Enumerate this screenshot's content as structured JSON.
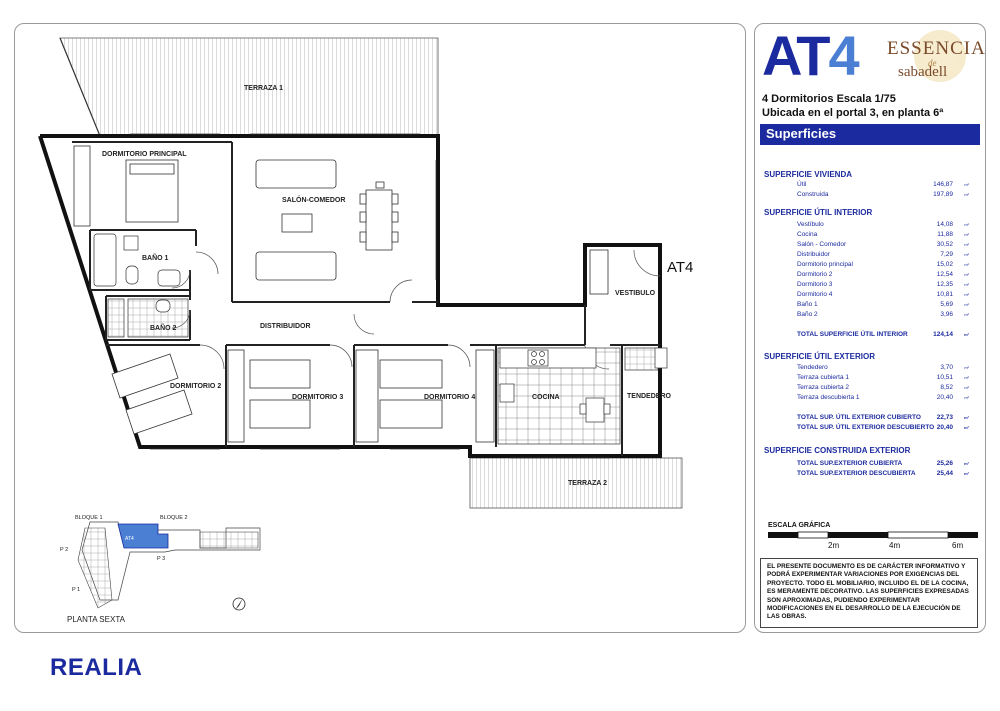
{
  "header": {
    "code_prefix": "AT",
    "code_number": "4",
    "brand_name": "ESSENCIA",
    "brand_de": "de",
    "brand_place": "sabadell",
    "line1": "4 Dormitorios  Escala 1/75",
    "line2": "Ubicada en el portal 3, en planta 6ª",
    "section_title": "Superficies"
  },
  "superficie_vivienda": {
    "title": "SUPERFICIE VIVIENDA",
    "rows": [
      {
        "label": "Útil",
        "value": "146,87",
        "unit": "m²"
      },
      {
        "label": "Construida",
        "value": "197,89",
        "unit": "m²"
      }
    ]
  },
  "superficie_util_interior": {
    "title": "SUPERFICIE ÚTIL INTERIOR",
    "rows": [
      {
        "label": "Vestíbulo",
        "value": "14,08",
        "unit": "m²"
      },
      {
        "label": "Cocina",
        "value": "11,88",
        "unit": "m²"
      },
      {
        "label": "Salón - Comedor",
        "value": "30,52",
        "unit": "m²"
      },
      {
        "label": "Distribuidor",
        "value": "7,29",
        "unit": "m²"
      },
      {
        "label": "Dormitorio principal",
        "value": "15,02",
        "unit": "m²"
      },
      {
        "label": "Dormitorio 2",
        "value": "12,54",
        "unit": "m²"
      },
      {
        "label": "Dormitorio 3",
        "value": "12,35",
        "unit": "m²"
      },
      {
        "label": "Dormitorio 4",
        "value": "10,81",
        "unit": "m²"
      },
      {
        "label": "Baño 1",
        "value": "5,69",
        "unit": "m²"
      },
      {
        "label": "Baño 2",
        "value": "3,96",
        "unit": "m²"
      }
    ],
    "total": {
      "label": "TOTAL SUPERFICIE ÚTIL INTERIOR",
      "value": "124,14",
      "unit": "m²"
    }
  },
  "superficie_util_exterior": {
    "title": "SUPERFICIE ÚTIL EXTERIOR",
    "rows": [
      {
        "label": "Tendedero",
        "value": "3,70",
        "unit": "m²"
      },
      {
        "label": "Terraza cubierta 1",
        "value": "10,51",
        "unit": "m²"
      },
      {
        "label": "Terraza cubierta 2",
        "value": "8,52",
        "unit": "m²"
      },
      {
        "label": "Terraza descubierta 1",
        "value": "20,40",
        "unit": "m²"
      }
    ],
    "totals": [
      {
        "label": "TOTAL SUP. ÚTIL EXTERIOR CUBIERTO",
        "value": "22,73",
        "unit": "m²"
      },
      {
        "label": "TOTAL SUP. ÚTIL EXTERIOR DESCUBIERTO",
        "value": "20,40",
        "unit": "m²"
      }
    ]
  },
  "superficie_construida_exterior": {
    "title": "SUPERFICIE CONSTRUIDA EXTERIOR",
    "totals": [
      {
        "label": "TOTAL SUP.EXTERIOR CUBIERTA",
        "value": "25,26",
        "unit": "m²"
      },
      {
        "label": "TOTAL SUP.EXTERIOR DESCUBIERTA",
        "value": "25,44",
        "unit": "m²"
      }
    ]
  },
  "scale": {
    "title": "ESCALA GRÁFICA",
    "labels": [
      "2m",
      "4m",
      "6m"
    ]
  },
  "disclaimer": "EL PRESENTE DOCUMENTO ES DE CARÁCTER INFORMATIVO Y PODRÁ EXPERIMENTAR VARIACIONES POR EXIGENCIAS DEL PROYECTO. TODO EL MOBILIARIO, INCLUIDO EL DE LA COCINA, ES MERAMENTE DECORATIVO. LAS SUPERFICIES EXPRESADAS SON APROXIMADAS, PUDIENDO EXPERIMENTAR MODIFICACIONES EN EL DESARROLLO DE LA EJECUCIÓN DE LAS OBRAS.",
  "plan": {
    "rooms": {
      "terraza1": "TERRAZA 1",
      "terraza2": "TERRAZA 2",
      "dormitorio_principal": "DORMITORIO PRINCIPAL",
      "salon": "SALÓN-COMEDOR",
      "bano1": "BAÑO 1",
      "bano2": "BAÑO 2",
      "distribuidor": "DISTRIBUIDOR",
      "dormitorio2": "DORMITORIO 2",
      "dormitorio3": "DORMITORIO 3",
      "dormitorio4": "DORMITORIO 4",
      "cocina": "COCINA",
      "tendedero": "TENDEDERO",
      "vestibulo": "VESTIBULO"
    },
    "unit_tag": "AT4",
    "key_plan": {
      "bloque1": "BLOQUE 1",
      "bloque2": "BLOQUE 2",
      "unit": "AT4",
      "p1": "P 1",
      "p2": "P 2",
      "p3": "P 3"
    },
    "floor_label": "PLANTA SEXTA"
  },
  "footer": {
    "logo": "REALIA"
  }
}
